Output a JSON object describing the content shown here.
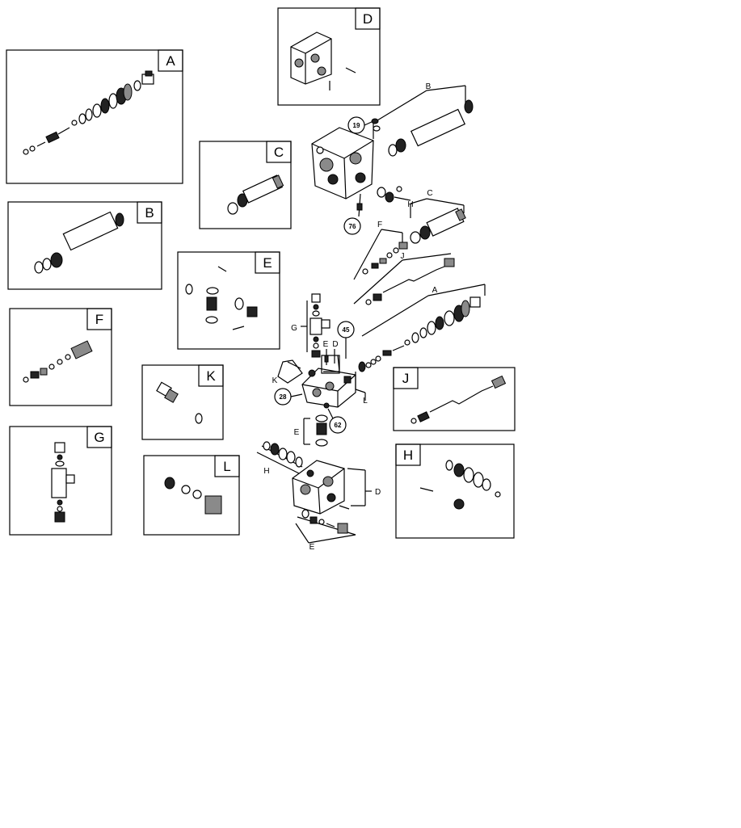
{
  "panel_labels": {
    "A": "A",
    "B": "B",
    "C": "C",
    "D": "D",
    "E": "E",
    "F": "F",
    "G": "G",
    "H": "H",
    "J": "J",
    "K": "K",
    "L": "L"
  },
  "leader_labels": {
    "b_kit": "B",
    "c_kit": "C",
    "h_kit_top": "H",
    "f_kit": "F",
    "j_kit": "J",
    "a_kit": "A",
    "g_kit": "G",
    "e_kit_mid": "E",
    "d_kit_mid": "D",
    "k_kit": "K",
    "l_kit": "L",
    "e_kit_lower": "E",
    "h_kit_lower": "H",
    "d_kit_lower": "D",
    "e_kit_bottom": "E"
  },
  "callouts": {
    "c19": "19",
    "c76": "76",
    "c45": "45",
    "c28": "28",
    "c62": "62"
  }
}
